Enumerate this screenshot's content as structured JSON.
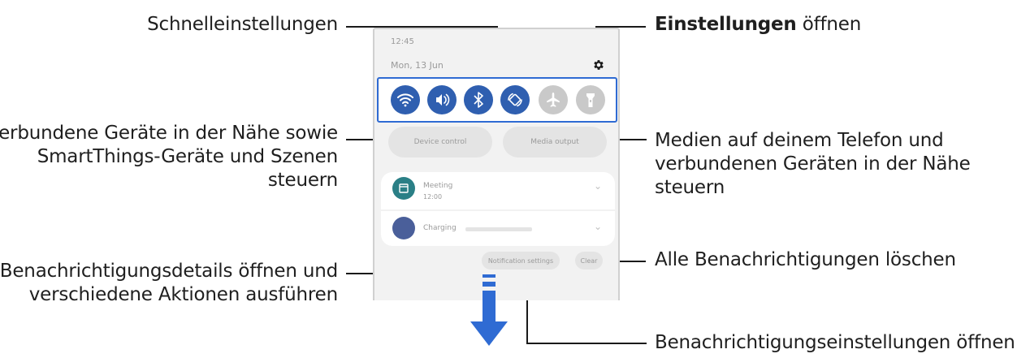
{
  "callouts": {
    "quick_settings": "Schnelleinstellungen",
    "open_settings_bold": "Einstellungen",
    "open_settings_rest": " öffnen",
    "devices_line1": "Verbundene Geräte in der Nähe sowie",
    "devices_line2": "SmartThings-Geräte und Szenen",
    "devices_line3": "steuern",
    "media_line1": "Medien auf deinem Telefon und",
    "media_line2": "verbundenen Geräten in der Nähe",
    "media_line3": "steuern",
    "notif_details_line1": "Benachrichtigungsdetails öffnen und",
    "notif_details_line2": "verschiedene Aktionen ausführen",
    "clear_all": "Alle Benachrichtigungen löschen",
    "notif_settings": "Benachrichtigungseinstellungen öffnen"
  },
  "phone": {
    "time": "12:45",
    "date": "Mon, 13 Jun",
    "device_control_label": "Device control",
    "media_output_label": "Media output",
    "notification_1_title": "Meeting",
    "notification_1_subtitle": "12:00",
    "notification_2_title": "Charging",
    "notification_settings_button": "Notification settings",
    "clear_button": "Clear"
  },
  "quick_tiles": [
    {
      "icon": "wifi-icon",
      "state": "on"
    },
    {
      "icon": "sound-icon",
      "state": "on"
    },
    {
      "icon": "bluetooth-icon",
      "state": "on"
    },
    {
      "icon": "auto-rotate-icon",
      "state": "on"
    },
    {
      "icon": "airplane-mode-icon",
      "state": "off"
    },
    {
      "icon": "flashlight-icon",
      "state": "off"
    }
  ],
  "colors": {
    "tile_on": "#2f5fb0",
    "tile_off": "#c9c9c9",
    "quick_settings_frame": "#2f6bd3",
    "accent_arrow": "#2f6bd3",
    "notif_icon_calendar": "#2a7f86",
    "notif_icon_charging": "#4a5f9a"
  }
}
